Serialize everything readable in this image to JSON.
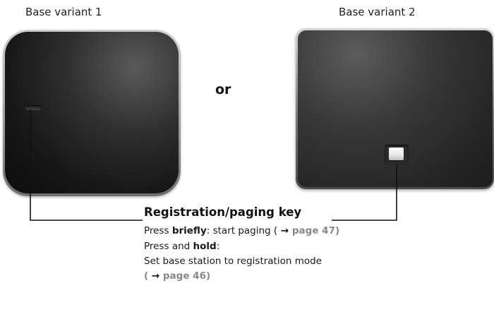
{
  "captions": {
    "variant1": "Base variant 1",
    "variant2": "Base variant 2"
  },
  "or_label": "or",
  "key_section": {
    "title": "Registration/paging key",
    "line1": {
      "prefix": "Press ",
      "emphasis": "briefly",
      "suffix": ": start paging (",
      "arrow": " → ",
      "ref": "page 47",
      "close": ")"
    },
    "line2": {
      "prefix": "Press and ",
      "emphasis": "hold",
      "suffix": ":"
    },
    "line3": "Set base station to registration mode",
    "line4": {
      "open": "(",
      "arrow": " → ",
      "ref": "page 46",
      "close": ")"
    }
  },
  "colors": {
    "reference_text": "#888888",
    "callout_line": "#111111",
    "device_body": "#1c1c1c"
  },
  "icons": {
    "reference_arrow": "right-arrow-icon"
  }
}
